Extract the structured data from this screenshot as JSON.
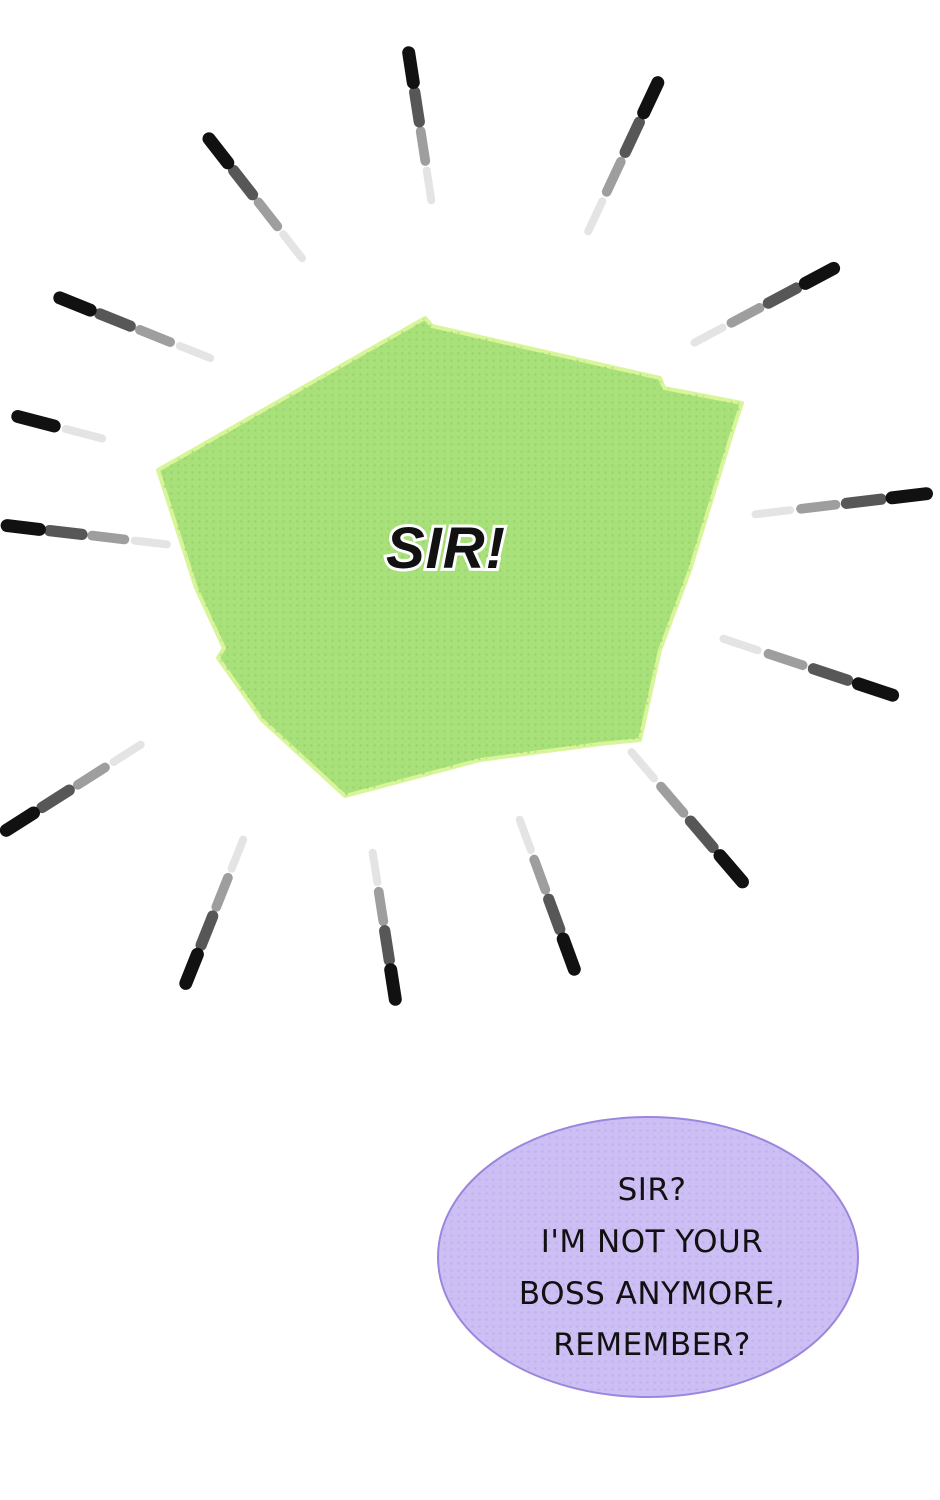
{
  "panel": {
    "shout_bubble": {
      "text": "SIR!",
      "fill_color": "#a8e07a",
      "outline_color": "#d8f59a"
    },
    "speech_bubble": {
      "lines": [
        "SIR?",
        "I'M NOT YOUR",
        "BOSS ANYMORE,",
        "REMEMBER?"
      ],
      "fill_color": "#cdbff4",
      "outline_color": "#9b86dd"
    },
    "burst_lines": {
      "color_near": "#e4e4e4",
      "color_far": "#111111"
    }
  }
}
